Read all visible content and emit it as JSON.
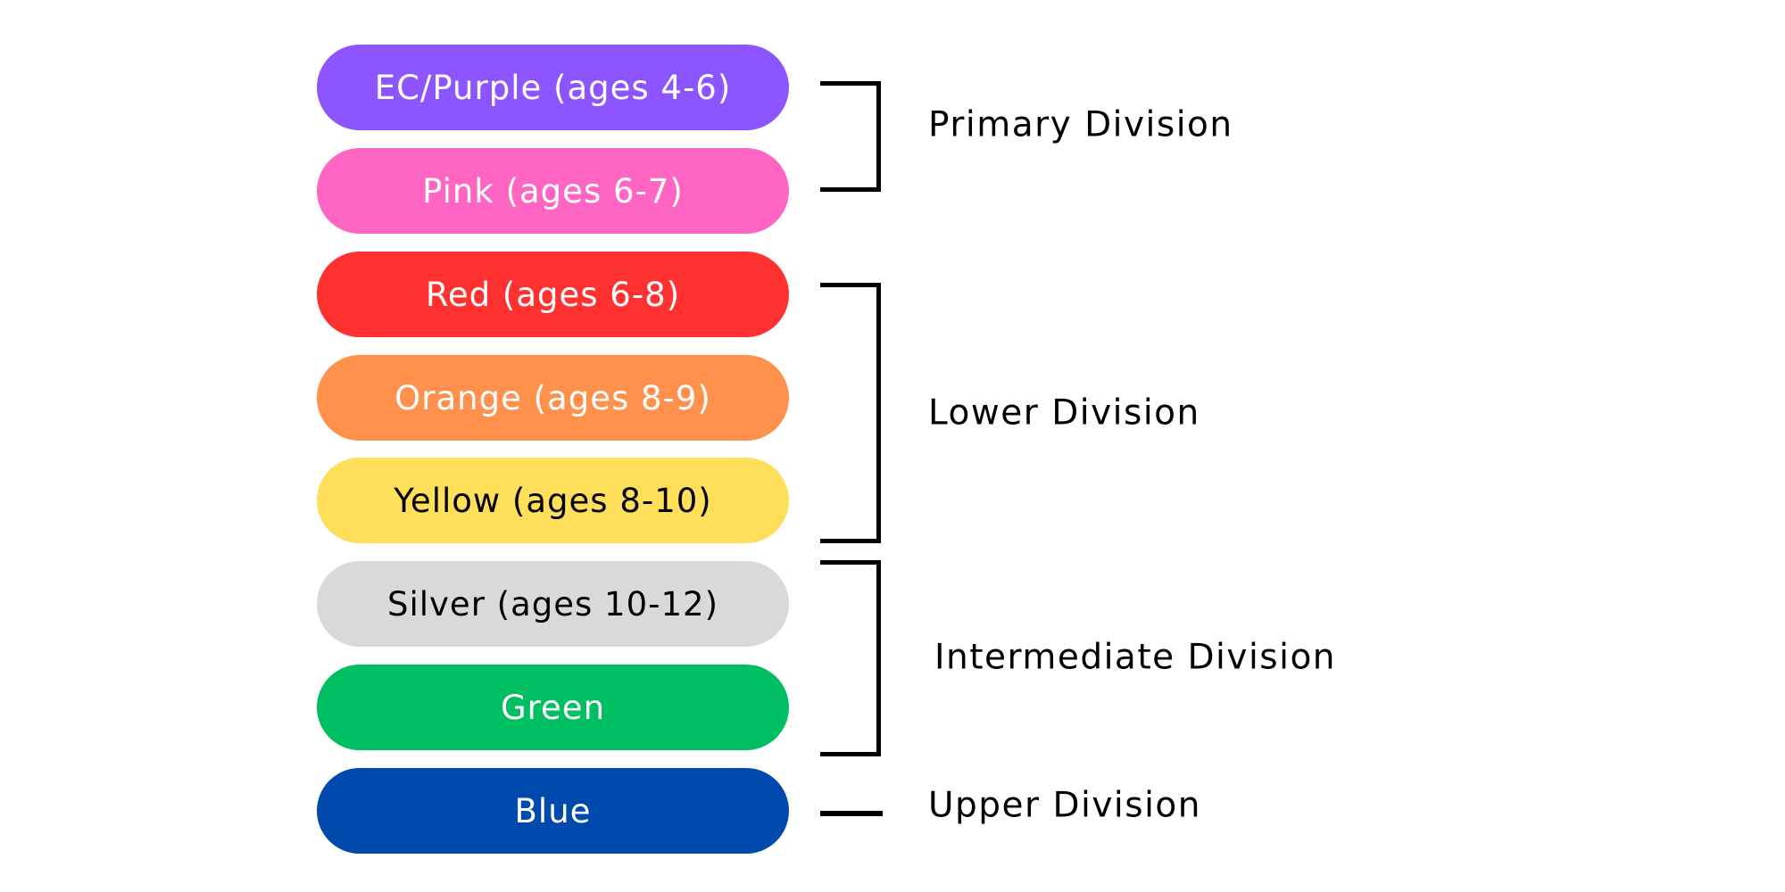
{
  "levels": [
    {
      "label": "EC/Purple (ages 4-6)",
      "bg": "#8c55ff",
      "fg": "#ffffff"
    },
    {
      "label": "Pink (ages 6-7)",
      "bg": "#ff66c4",
      "fg": "#ffffff"
    },
    {
      "label": "Red (ages 6-8)",
      "bg": "#ff3131",
      "fg": "#ffffff"
    },
    {
      "label": "Orange (ages 8-9)",
      "bg": "#ff914d",
      "fg": "#ffffff"
    },
    {
      "label": "Yellow (ages 8-10)",
      "bg": "#ffde59",
      "fg": "#000000"
    },
    {
      "label": "Silver (ages 10-12)",
      "bg": "#d9d9d9",
      "fg": "#000000"
    },
    {
      "label": "Green",
      "bg": "#00bf63",
      "fg": "#ffffff"
    },
    {
      "label": "Blue",
      "bg": "#004aad",
      "fg": "#ffffff"
    }
  ],
  "divisions": [
    {
      "label": "Primary Division"
    },
    {
      "label": "Lower Division"
    },
    {
      "label": "Intermediate Division"
    },
    {
      "label": "Upper Division"
    }
  ]
}
